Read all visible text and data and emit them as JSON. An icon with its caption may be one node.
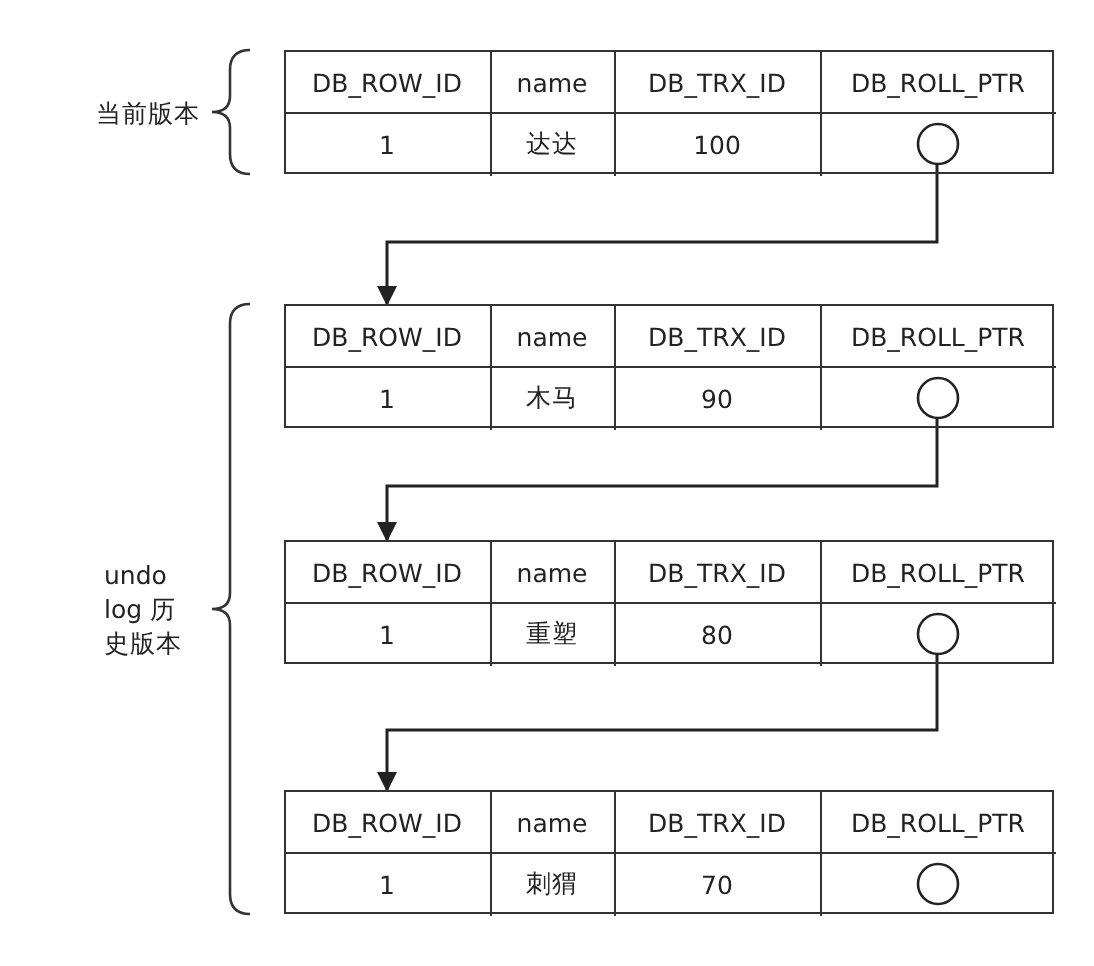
{
  "diagram": {
    "nodes": [
      {
        "text": [
          "DB_ROW_ID",
          "name",
          "DB_TRX_ID",
          "DB_ROLL_PTR",
          "1",
          "达达",
          "100"
        ]
      },
      {
        "text": [],
        "shape": "circle",
        "in": 0
      },
      {
        "text": [
          "DB_ROW_ID",
          "name",
          "DB_TRX_ID",
          "DB_ROLL_PTR",
          "1",
          "木马",
          "90"
        ]
      },
      {
        "text": [],
        "shape": "circle",
        "in": 2
      },
      {
        "text": [
          "DB_ROW_ID",
          "name",
          "DB_TRX_ID",
          "DB_ROLL_PTR",
          "1",
          "重塑",
          "80"
        ]
      },
      {
        "text": [],
        "shape": "circle",
        "in": 4
      },
      {
        "text": [
          "DB_ROW_ID",
          "name",
          "DB_TRX_ID",
          "DB_ROLL_PTR",
          "1",
          "刺猬",
          "70"
        ]
      },
      {
        "text": [],
        "shape": "circle",
        "in": 6
      }
    ],
    "edges": [
      {
        "from": 1,
        "to": 2,
        "arrow": "to"
      },
      {
        "from": 3,
        "to": 4,
        "arrow": "to"
      },
      {
        "from": 5,
        "to": 6,
        "arrow": "to"
      }
    ],
    "labels": [
      "当前版本",
      "undo log 历史版本"
    ]
  }
}
